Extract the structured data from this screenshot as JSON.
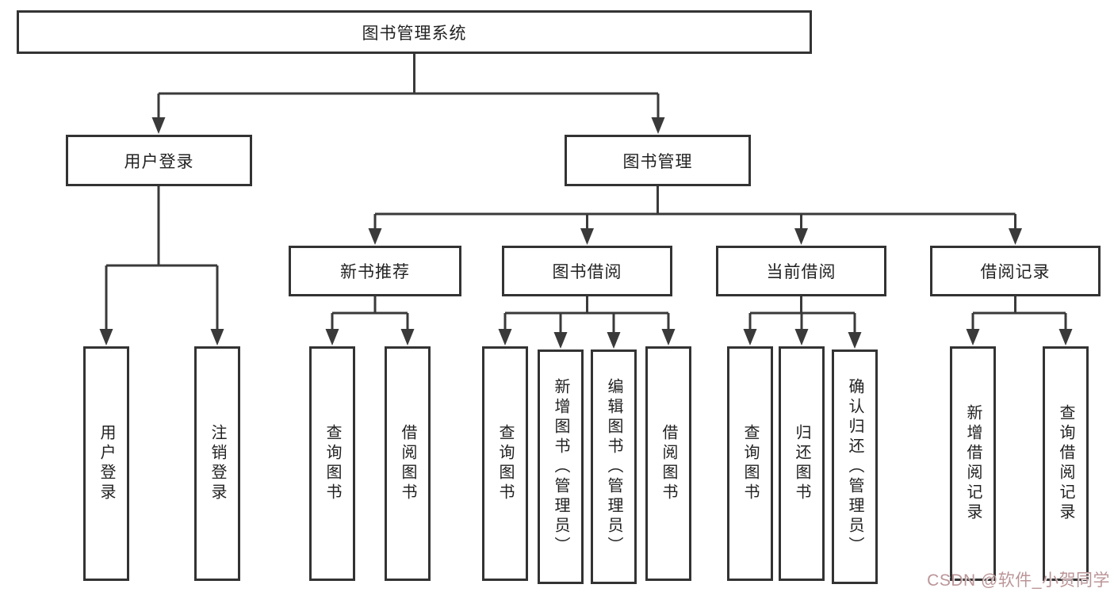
{
  "diagram": {
    "watermark": "CSDN @软件_小贺同学",
    "colors": {
      "line": "#3a3a3a",
      "border": "#333333",
      "text": "#222222",
      "background": "#ffffff",
      "watermark": "#bb9598"
    },
    "tree": {
      "root": {
        "label": "图书管理系统"
      },
      "branches": [
        {
          "label": "用户登录",
          "children": [
            {
              "label": "用户登录"
            },
            {
              "label": "注销登录"
            }
          ]
        },
        {
          "label": "图书管理",
          "children": [
            {
              "label": "新书推荐",
              "children": [
                {
                  "label": "查询图书"
                },
                {
                  "label": "借阅图书"
                }
              ]
            },
            {
              "label": "图书借阅",
              "children": [
                {
                  "label": "查询图书"
                },
                {
                  "label": "新增图书（管理员）"
                },
                {
                  "label": "编辑图书（管理员）"
                },
                {
                  "label": "借阅图书"
                }
              ]
            },
            {
              "label": "当前借阅",
              "children": [
                {
                  "label": "查询图书"
                },
                {
                  "label": "归还图书"
                },
                {
                  "label": "确认归还（管理员）"
                }
              ]
            },
            {
              "label": "借阅记录",
              "children": [
                {
                  "label": "新增借阅记录"
                },
                {
                  "label": "查询借阅记录"
                }
              ]
            }
          ]
        }
      ]
    }
  }
}
